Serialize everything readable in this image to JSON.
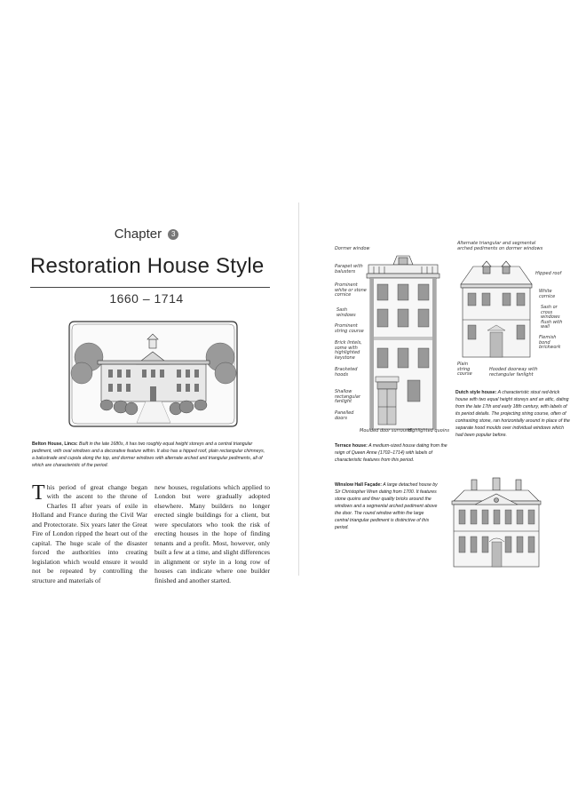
{
  "left_page": {
    "chapter_label": "Chapter",
    "chapter_number": "3",
    "title": "Restoration House Style",
    "date_range": "1660 – 1714",
    "caption_bold": "Belton House, Lincs:",
    "caption_text": "Built in the late 1680s, it has two roughly equal height storeys and a central triangular pediment, with oval windows and a decorative feature within. It also has a hipped roof, plain rectangular chimneys, a balustrade and cupola along the top, and dormer windows with alternate arched and triangular pediments, all of which are characteristic of the period.",
    "dropcap": "T",
    "body_col1": "his period of great change began with the ascent to the throne of Charles II after years of exile in Holland and France during the Civil War and Protectorate. Six years later the Great Fire of London ripped the heart out of the capital. The huge scale of the disaster forced the authorities into creating legislation which would ensure it would not be repeated by controlling the structure and materials of",
    "body_col2": "new houses, regulations which applied to London but were gradually adopted elsewhere. Many builders no longer erected single buildings for a client, but were speculators who took the risk of erecting houses in the hope of finding tenants and a profit. Most, however, only built a few at a time, and slight differences in alignment or style in a long row of houses can indicate where one builder finished and another started."
  },
  "right_page": {
    "terrace_labels": {
      "dormer": "Dormer window",
      "parapet": "Parapet with\nbalusters",
      "cornice": "Prominent\nwhite or stone\ncornice",
      "sash": "Sash\nwindows",
      "string": "Prominent\nstring course",
      "brick": "Brick lintels,\nsome with\nhighlighted\nkeystone",
      "hoods": "Bracketed\nhoods",
      "fanlight": "Shallow\nrectangular\nfanlight",
      "doors": "Panelled\ndoors",
      "moulded": "Moulded door surround",
      "quoins": "Highlighted quoins"
    },
    "terrace_caption_bold": "Terrace house:",
    "terrace_caption_text": "A medium-sized house dating from the reign of Queen Anne (1702–1714) with labels of characteristic features from this period.",
    "dutch_labels": {
      "pediments": "Alternate triangular and segmental\narched pediments on dormer windows",
      "hipped": "Hipped roof",
      "cornice": "White\ncornice",
      "sash": "Sash or\ncross\nwindows\nflush with\nwall",
      "flemish": "Flemish\nbond\nbrickwork",
      "plain": "Plain\nstring\ncourse",
      "hooded": "Hooded doorway with\nrectangular fanlight"
    },
    "dutch_caption_bold": "Dutch style house:",
    "dutch_caption_text": "A characteristic stout red-brick house with two equal height storeys and an attic, dating from the late 17th and early 18th century, with labels of its period details. The projecting string course, often of contrasting stone, ran horizontally around in place of the separate hood moulds over individual windows which had been popular before.",
    "winslow_caption_bold": "Winslow Hall Façade:",
    "winslow_caption_text": "A large detached house by Sir Christopher Wren dating from 1700. It features stone quoins and finer quality bricks around the windows and a segmental arched pediment above the door. The round window within the large central triangular pediment is distinctive of this period."
  }
}
